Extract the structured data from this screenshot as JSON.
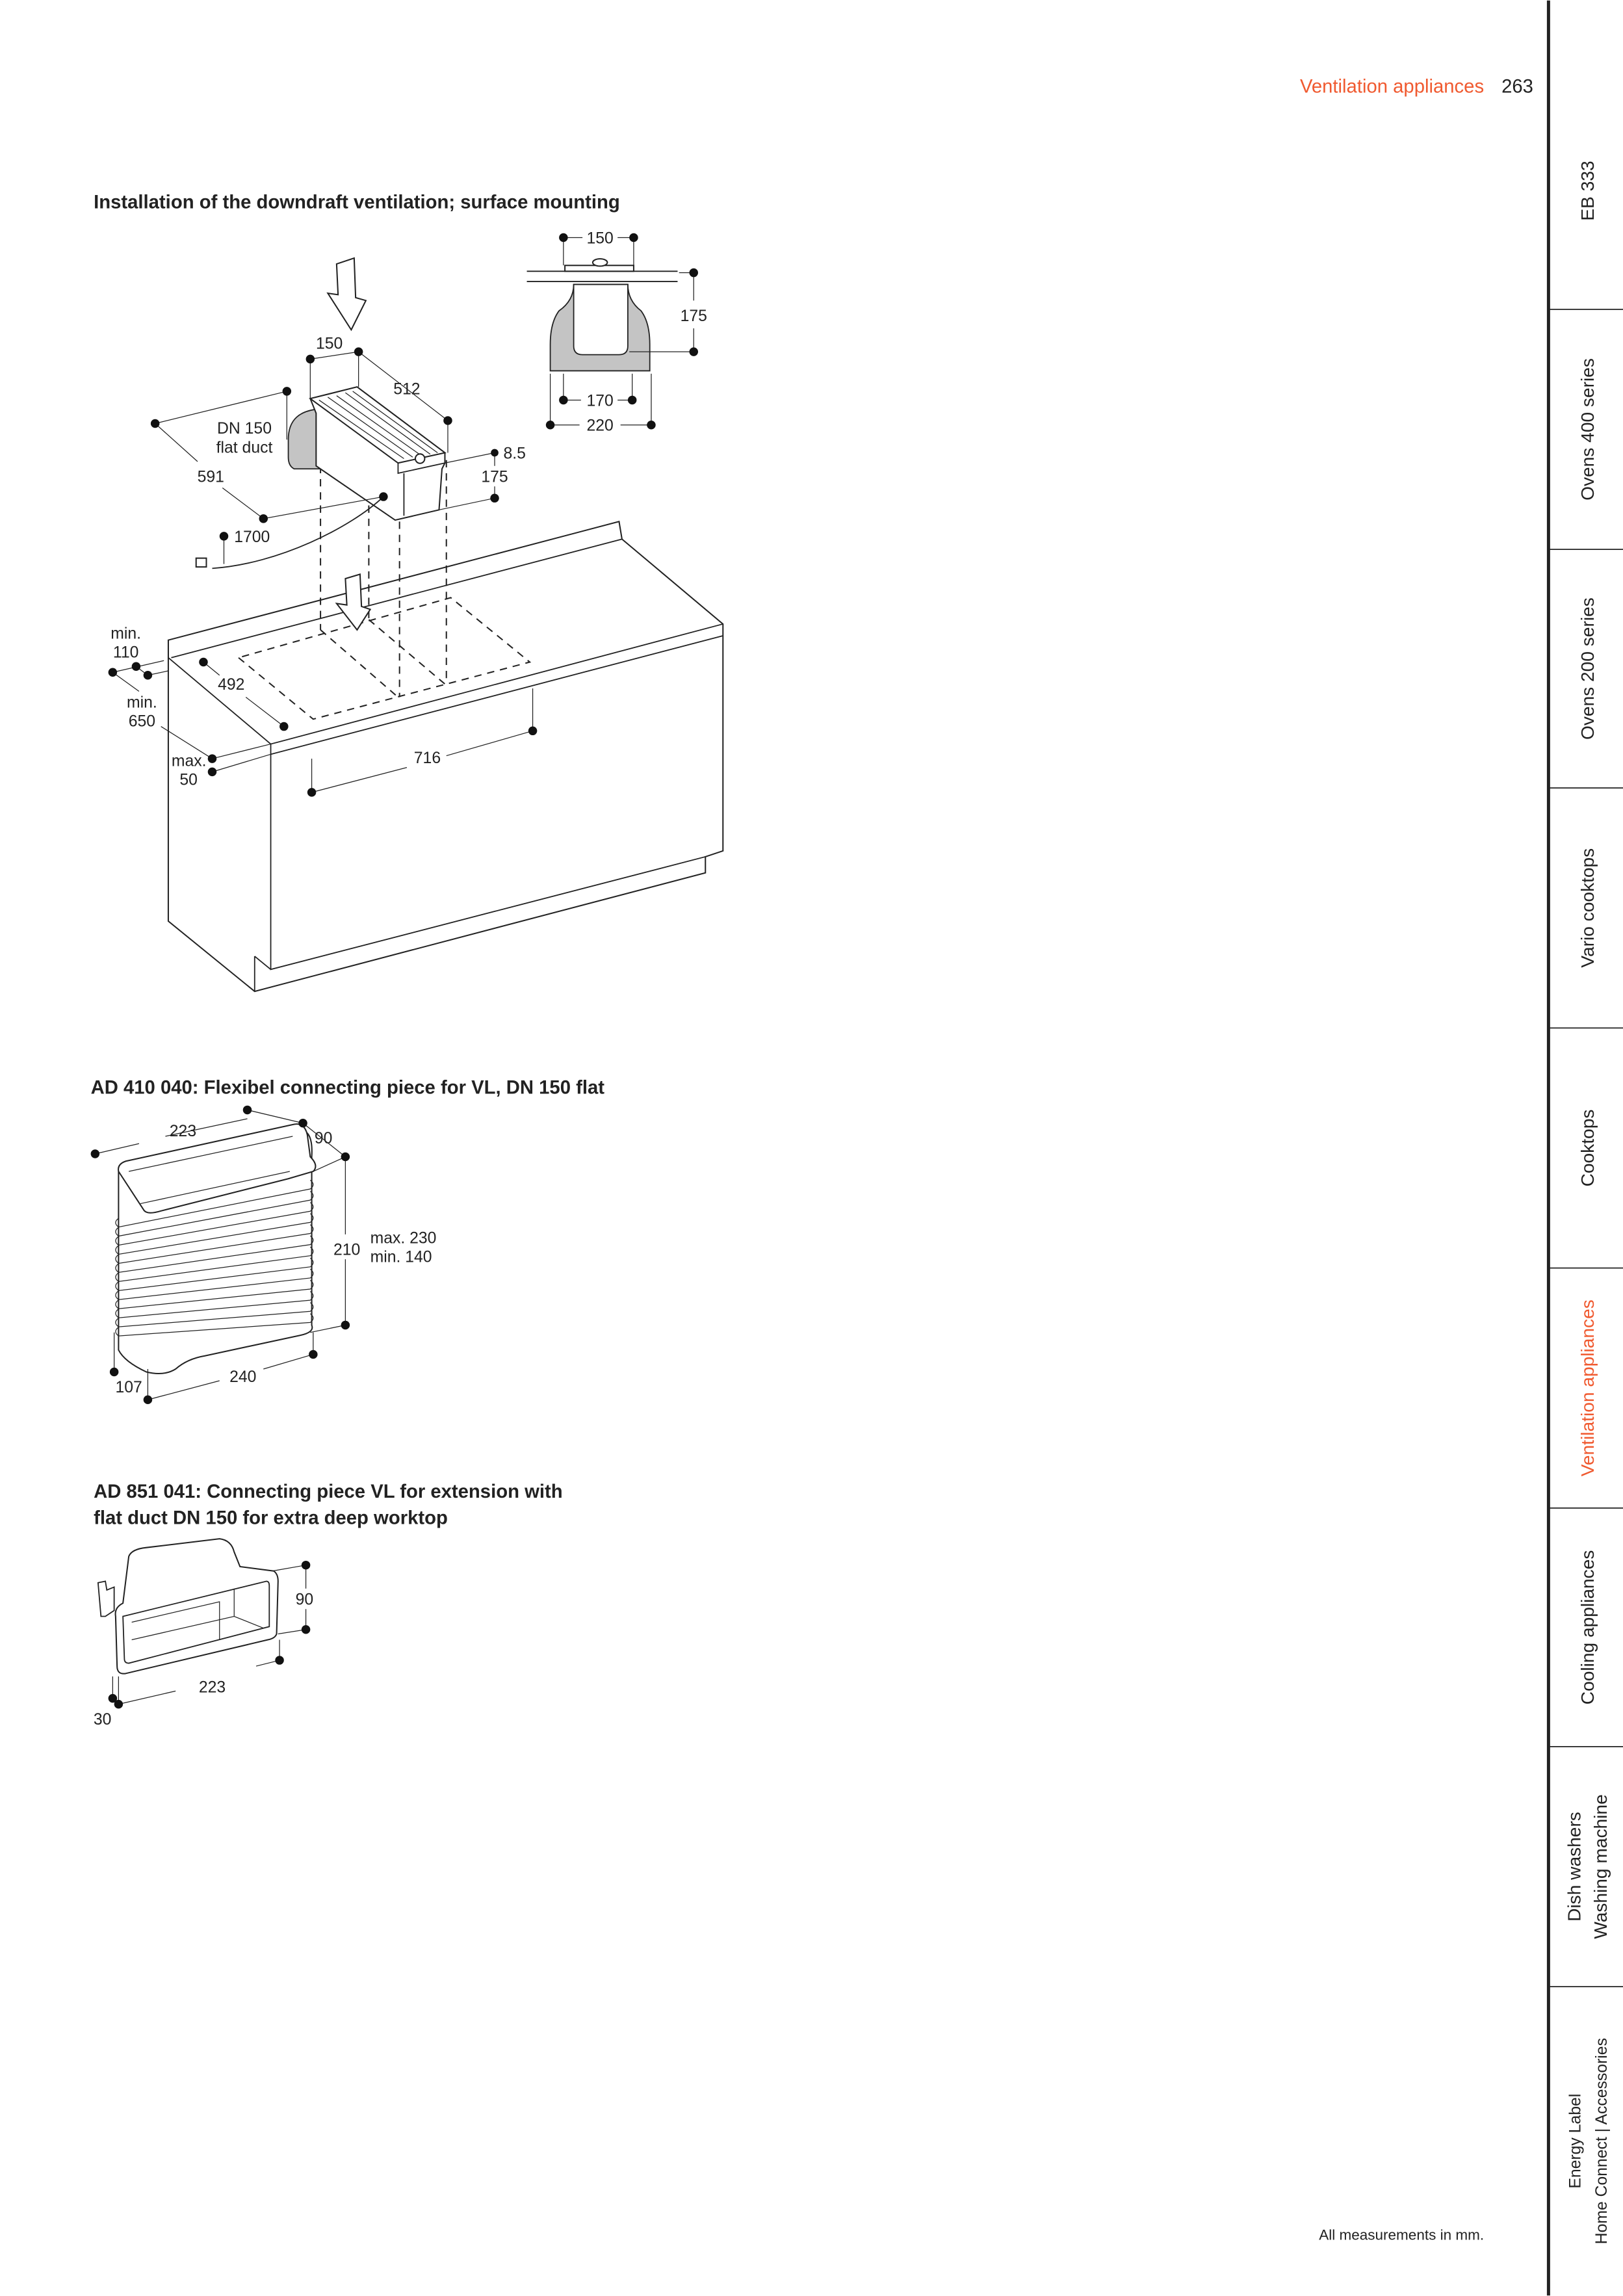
{
  "header": {
    "section": "Ventilation appliances",
    "page": "263"
  },
  "installation": {
    "title": "Installation of the downdraft ventilation; surface mounting",
    "dims": {
      "hood_width": "150",
      "hood_length": "512",
      "duct_label_1": "DN 150",
      "duct_label_2": "flat duct",
      "depth": "591",
      "height_top": "8.5",
      "height": "175",
      "cable": "1700",
      "min_label": "min.",
      "min_110": "110",
      "cutout": "492",
      "min_650": "650",
      "max_label": "max.",
      "max_50": "50",
      "cutout_width": "716",
      "section_150": "150",
      "section_175": "175",
      "section_170": "170",
      "section_220": "220"
    }
  },
  "flex_piece": {
    "title": "AD 410 040: Flexibel connecting piece for VL, DN 150 flat",
    "dims": {
      "length": "223",
      "depth": "90",
      "height": "210",
      "max": "max. 230",
      "min": "min. 140",
      "foot": "107",
      "base": "240"
    }
  },
  "connector": {
    "title_line1": "AD 851 041: Connecting piece VL for extension with",
    "title_line2": "flat duct DN 150 for extra deep worktop",
    "dims": {
      "height": "90",
      "length": "223",
      "flange": "30"
    }
  },
  "footer": {
    "note": "All measurements in mm."
  },
  "sidebar": {
    "tabs": [
      {
        "lines": [
          "EB 333"
        ],
        "active": false
      },
      {
        "lines": [
          "Ovens 400 series"
        ],
        "active": false
      },
      {
        "lines": [
          "Ovens 200 series"
        ],
        "active": false
      },
      {
        "lines": [
          "Vario cooktops"
        ],
        "active": false
      },
      {
        "lines": [
          "Cooktops"
        ],
        "active": false
      },
      {
        "lines": [
          "Ventilation appliances"
        ],
        "active": true
      },
      {
        "lines": [
          "Cooling appliances"
        ],
        "active": false
      },
      {
        "lines": [
          "Dish washers",
          "Washing machine"
        ],
        "active": false
      },
      {
        "lines": [
          "Energy Label",
          "Home Connect | Accessories"
        ],
        "active": false
      }
    ]
  },
  "colors": {
    "accent": "#f05a30",
    "text": "#222222",
    "duct_gray": "#c4c4c4"
  }
}
